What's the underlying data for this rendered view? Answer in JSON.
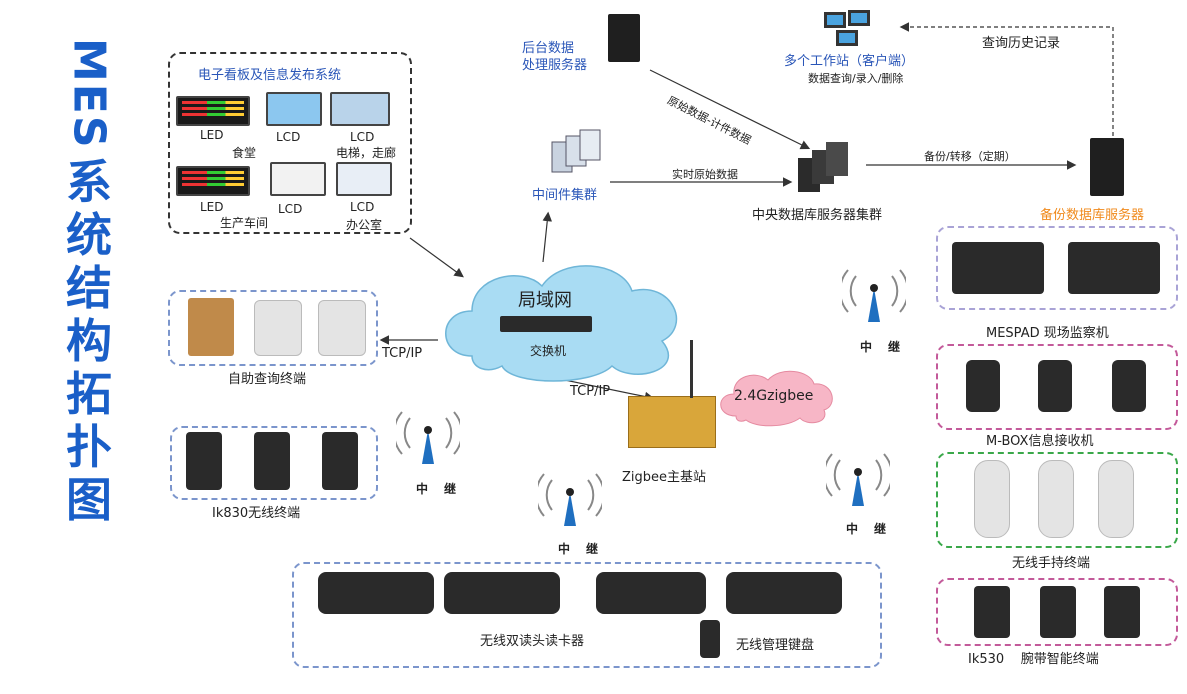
{
  "title": {
    "latin": "MES",
    "cn": [
      "系",
      "统",
      "结",
      "构",
      "拓",
      "扑",
      "图"
    ]
  },
  "signboard": {
    "title": "电子看板及信息发布系统",
    "items": [
      {
        "type": "LED",
        "place": "食堂"
      },
      {
        "type": "LCD",
        "place": ""
      },
      {
        "type": "LCD",
        "place": "电梯，走廊"
      },
      {
        "type": "LED",
        "place": "生产车间"
      },
      {
        "type": "LCD",
        "place": ""
      },
      {
        "type": "LCD",
        "place": "办公室"
      }
    ]
  },
  "backend_server": "后台数据\n处理服务器",
  "workstations": {
    "title": "多个工作站（客户端）",
    "sub": "数据查询/录入/删除"
  },
  "history_query": "查询历史记录",
  "raw_count_data": "原始数据-计件数据",
  "middleware": "中间件集群",
  "realtime_raw": "实时原始数据",
  "central_db": "中央数据库服务器集群",
  "backup_transfer": "备份/转移（定期）",
  "backup_db": "备份数据库服务器",
  "lan": {
    "title": "局域网",
    "switch": "交换机"
  },
  "tcpip_left": "TCP/IP",
  "tcpip_bottom": "TCP/IP",
  "self_service": "自助查询终端",
  "ik830": "Ik830无线终端",
  "zigbee_base": "Zigbee主基站",
  "zigbee_freq": "2.4Gzigbee",
  "relay": "中继",
  "dual_reader": "无线双读头读卡器",
  "keyboard": "无线管理键盘",
  "mespad": "MESPAD 现场监察机",
  "mbox": "M-BOX信息接收机",
  "handheld": "无线手持终端",
  "ik530": "Ik530    腕带智能终端",
  "colors": {
    "title_blue": "#1a5fc8",
    "backup_orange": "#f08a1c",
    "cloud": "#a9dcf3",
    "zigbee_pink": "#f7b6c6"
  }
}
